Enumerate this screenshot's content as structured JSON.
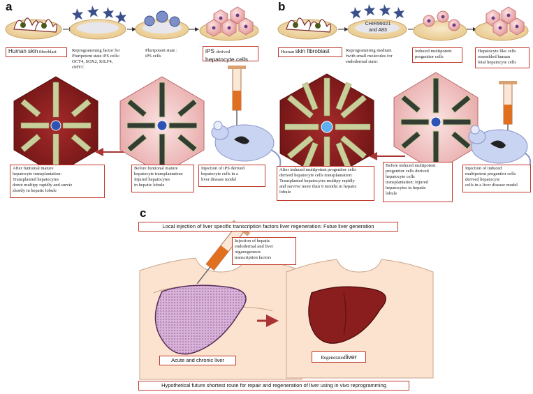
{
  "panels": {
    "a": {
      "letter": "a",
      "labels": {
        "fibroblast_a": "Human skin",
        "fibroblast_b": "fibroblast",
        "reprogramming": [
          "Reprogramming factor for",
          "Pluripotent state  iPS cells:",
          "OCT4, SOX2, KILF4,",
          "cMYC"
        ],
        "pluripotent": [
          "Pluripotent state :",
          "iPS cells"
        ],
        "ips_hep_a": "iPS",
        "ips_hep_b": "derived",
        "ips_hep_c": "hepatocyte cells",
        "after": [
          "After funtional mature",
          "hepatocyte transplantation:",
          "Transplanted hepatocytes",
          " donot multipy rapidly and survie",
          "shortly in hepatic lobule"
        ],
        "before": [
          "Before funtional mature",
          "hepatocyte transplantation:",
          "Injured hepatocytes",
          "  in hepatic lobule"
        ],
        "injection": [
          "Injection of iPS derived",
          "hepatocyte cells in a",
          "liver disease model"
        ]
      }
    },
    "b": {
      "letter": "b",
      "labels": {
        "fibroblast_a": "Human",
        "fibroblast_b": "skin fibroblast",
        "molecules": [
          "CHIR99021",
          "and A83"
        ],
        "reprogramming": [
          "Reprogramming medium",
          "fwith small molecules for",
          "endodermal  state:"
        ],
        "induced": [
          "Induced multipotent",
          " progenitor cells"
        ],
        "hep_like": [
          "Hepatocyte like cells",
          "resembled human",
          " fetal hepatocyte cells"
        ],
        "after": [
          "After induced multipotent  progenitor cells",
          "derived hepatocyte  cells transplantation:",
          "Transplanted hepatocytes   multipy rapidly",
          "and survive more than   9 months    in hepatic",
          "lobule"
        ],
        "before": [
          "Before induced multipotent",
          "progenitor cells derived",
          "hepatocyte  cells",
          "transplantation: Injured",
          "hepatocytes  in hepatic",
          "lobule"
        ],
        "injection": [
          "Injection of  induced",
          "multipotent  progenitor cells",
          "derived hepatocyte",
          "cells in a liver disease model"
        ]
      }
    },
    "c": {
      "letter": "c",
      "top_banner": "Local injection  of liver specific  transcription factors liver regeneration:  Futue liver generation",
      "injection": [
        "Injection of hepatic",
        "endodermal and liver",
        "organogenesis",
        "transcription factors"
      ],
      "acute": "Acute and  chronic liver",
      "regen_a": "Regenerated",
      "regen_b": "liver",
      "bottom_banner": "Hypothetical future shortest route for repair and regeneration  of liver using in vivo reprogramming"
    }
  },
  "colors": {
    "border_red": "#c0392b",
    "lobule_dark": "#8b1a1a",
    "lobule_light": "#f2c4c4",
    "cell_green": "#b6c98a",
    "dish": "#f3d9a8",
    "star": "#3b4f8a",
    "liver": "#8a1d1d",
    "skin": "#f5dcc6"
  },
  "icons": [
    "mouse-icon",
    "syringe-icon",
    "arrow-icon",
    "dish-icon",
    "star-factor-icon"
  ]
}
